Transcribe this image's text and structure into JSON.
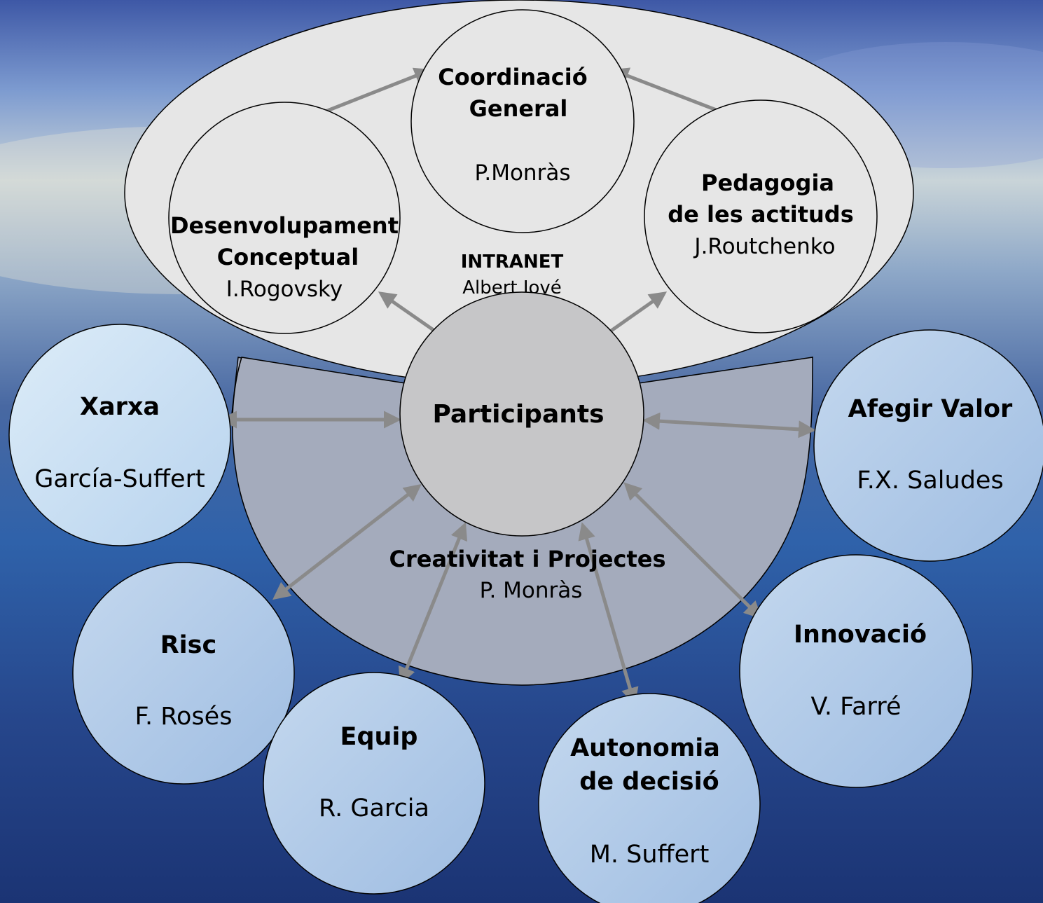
{
  "intranet": {
    "label": "INTRANET",
    "name": "Albert Jové"
  },
  "coordination": {
    "title": [
      "Coordinació",
      "General"
    ],
    "name": "P.Monràs"
  },
  "conceptual": {
    "title": [
      "Desenvolupament",
      "Conceptual"
    ],
    "name": "I.Rogovsky"
  },
  "pedagogy": {
    "title": [
      "Pedagogia",
      "de les actituds"
    ],
    "name": "J.Routchenko"
  },
  "participants": {
    "title": "Participants"
  },
  "creativity": {
    "title": "Creativitat i Projectes",
    "name": "P. Monràs"
  },
  "xarxa": {
    "title": "Xarxa",
    "name": "García-Suffert"
  },
  "afegir": {
    "title": "Afegir Valor",
    "name": "F.X. Saludes"
  },
  "risc": {
    "title": "Risc",
    "name": "F. Rosés"
  },
  "equip": {
    "title": "Equip",
    "name": "R. Garcia"
  },
  "autonomia": {
    "title": [
      "Autonomia",
      "de decisió"
    ],
    "name": "M. Suffert"
  },
  "innovacio": {
    "title": "Innovació",
    "name": "V. Farré"
  },
  "colors": {
    "top_ellipse": "#e4e4e4",
    "semicircle": "#9fa6b8",
    "participants_circle": "#c6c6c8",
    "outer_circle_light": "#cfe4f4",
    "outer_circle": "#aec7e6",
    "arrow": "#8a8a8a"
  }
}
